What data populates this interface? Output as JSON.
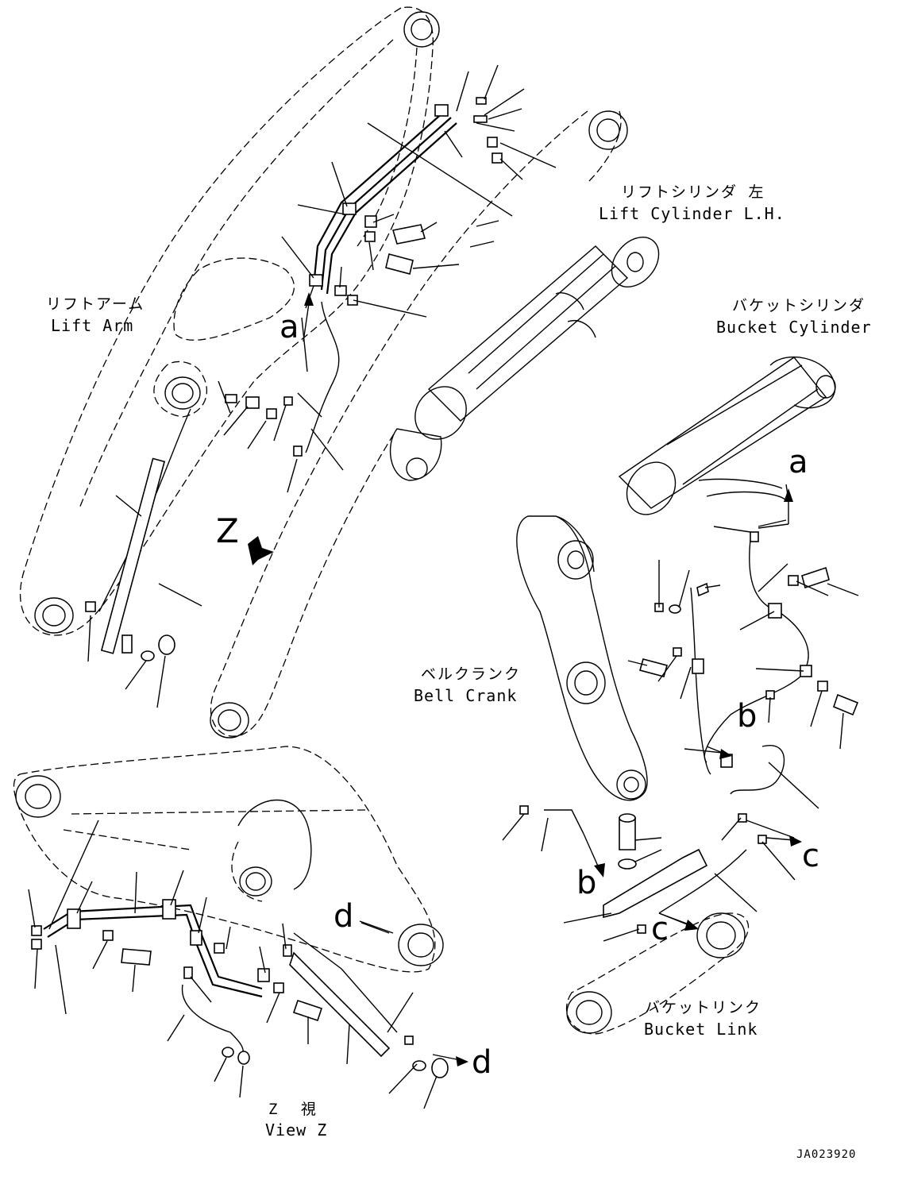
{
  "labels": {
    "lift_arm_jp": "リフトアーム",
    "lift_arm_en": "Lift Arm",
    "lift_cyl_jp": "リフトシリンダ 左",
    "lift_cyl_en": "Lift Cylinder L.H.",
    "bucket_cyl_jp": "バケットシリンダ",
    "bucket_cyl_en": "Bucket Cylinder",
    "bell_crank_jp": "ベルクランク",
    "bell_crank_en": "Bell Crank",
    "bucket_link_jp": "バケットリンク",
    "bucket_link_en": "Bucket Link",
    "view_jp": "Z 視",
    "view_en": "View Z",
    "view_arrow": "Z",
    "figure_code": "JA023920"
  },
  "refs": {
    "a1": "a",
    "a2": "a",
    "b1": "b",
    "b2": "b",
    "c1": "c",
    "c2": "c",
    "d1": "d",
    "d2": "d"
  }
}
